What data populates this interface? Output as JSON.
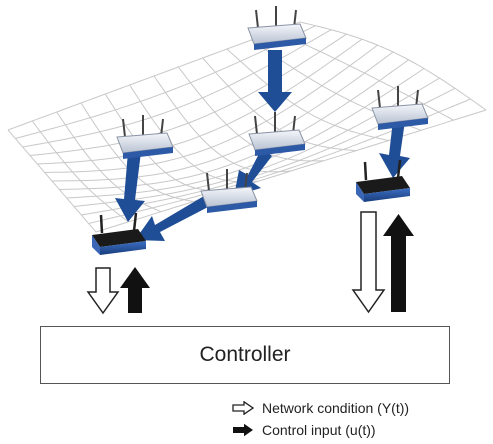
{
  "controller": {
    "label": "Controller"
  },
  "legend": {
    "items": [
      {
        "icon": "hollow-arrow-icon",
        "label": "Network condition (Y(t))"
      },
      {
        "icon": "filled-arrow-icon",
        "label": "Control input (u(t))"
      }
    ]
  },
  "colors": {
    "mesh": "#c8c8c8",
    "router_arrow": "#1f4e96",
    "control_arrow": "#111111",
    "router_body": "#e4e8ef",
    "base_station_body": "#2a5aa8"
  }
}
